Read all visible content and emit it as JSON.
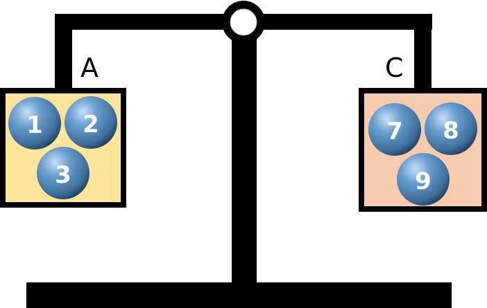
{
  "diagram": {
    "title": "Balance scale",
    "pans": [
      {
        "label": "A",
        "color": "#ffe59a",
        "balls": [
          "1",
          "2",
          "3"
        ]
      },
      {
        "label": "C",
        "color": "#f7cbac",
        "balls": [
          "7",
          "8",
          "9"
        ]
      }
    ],
    "colors": {
      "frame": "#000000",
      "ball": "#4f81bd",
      "pivot_fill": "#ffffff"
    }
  }
}
